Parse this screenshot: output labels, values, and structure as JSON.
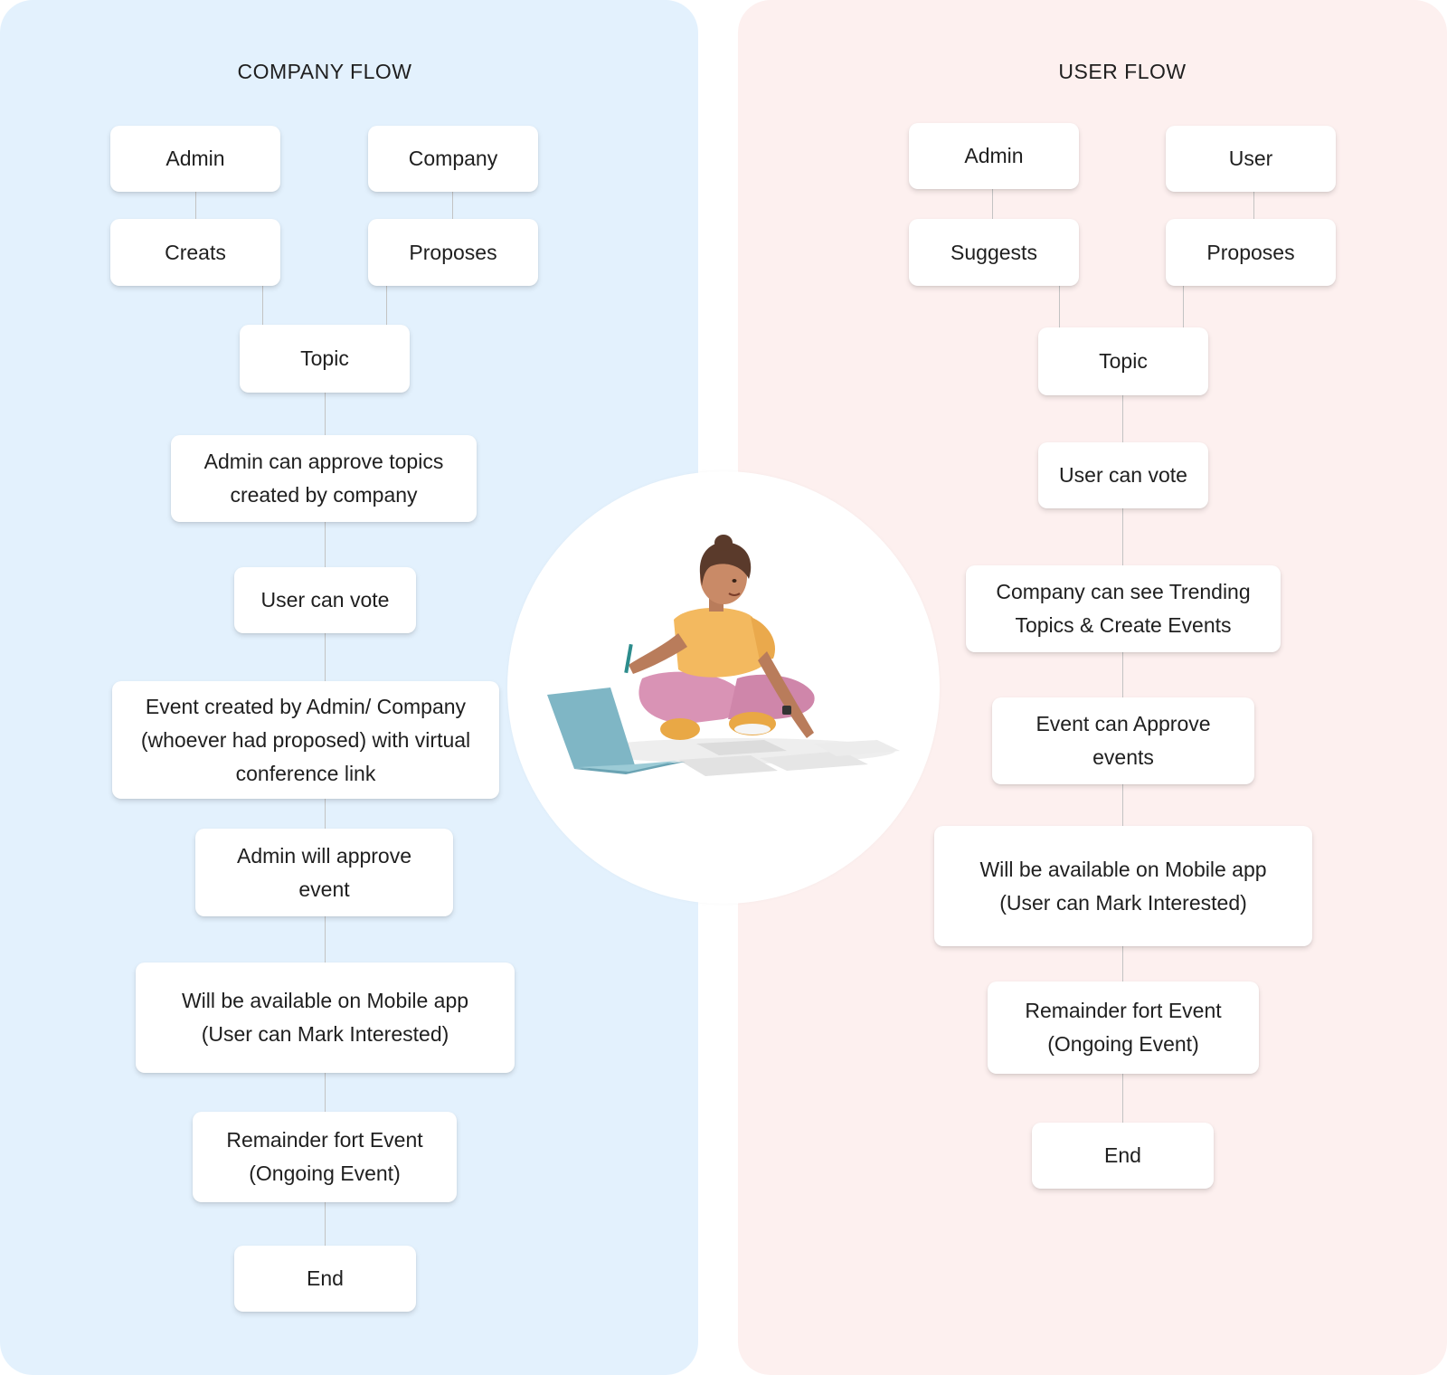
{
  "company_flow": {
    "title": "COMPANY FLOW",
    "admin": "Admin",
    "company": "Company",
    "creats": "Creats",
    "proposes": "Proposes",
    "topic": "Topic",
    "approve_topics": "Admin can approve topics created by company",
    "user_vote": "User can vote",
    "event_created": "Event created by Admin/ Company (whoever had proposed) with virtual conference link",
    "approve_event": "Admin will approve event",
    "mobile_app": "Will be available on Mobile app (User can Mark Interested)",
    "reminder": "Remainder fort Event (Ongoing Event)",
    "end": "End"
  },
  "user_flow": {
    "title": "USER FLOW",
    "admin": "Admin",
    "user": "User",
    "suggests": "Suggests",
    "proposes": "Proposes",
    "topic": "Topic",
    "user_vote": "User can vote",
    "trending": "Company can see Trending Topics & Create Events",
    "approve_events": "Event can Approve events",
    "mobile_app": "Will be available on Mobile app (User can Mark Interested)",
    "reminder": "Remainder fort Event (Ongoing Event)",
    "end": "End"
  },
  "colors": {
    "company_panel": "#e3f1fd",
    "user_panel": "#fdf0ef",
    "node": "#ffffff",
    "connector": "#c3c3c3"
  }
}
